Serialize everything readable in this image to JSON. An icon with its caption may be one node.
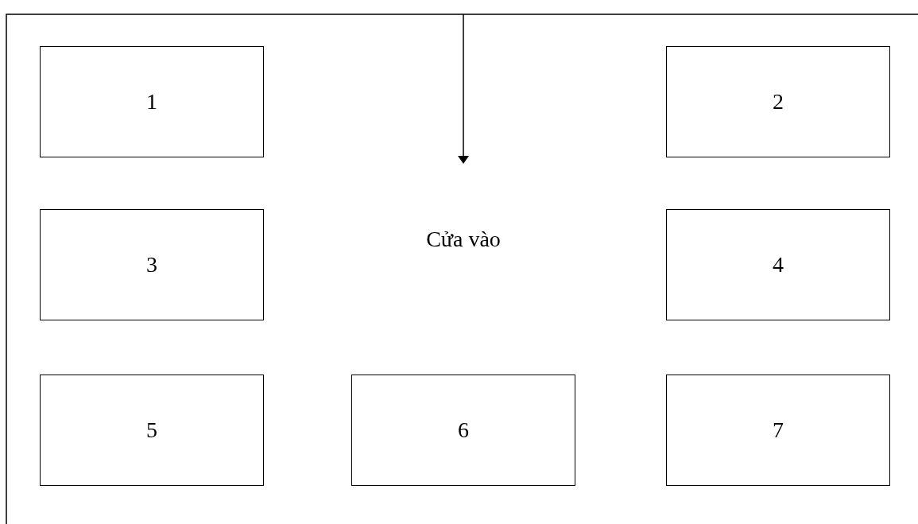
{
  "diagram": {
    "nodes": [
      {
        "text": [
          "1"
        ]
      },
      {
        "text": [
          "2"
        ]
      },
      {
        "text": [
          "3"
        ]
      },
      {
        "text": [
          "4"
        ]
      },
      {
        "text": [
          "5"
        ]
      },
      {
        "text": [
          "6"
        ]
      },
      {
        "text": [
          "7"
        ]
      }
    ],
    "labels": [
      "Cửa vào"
    ]
  }
}
